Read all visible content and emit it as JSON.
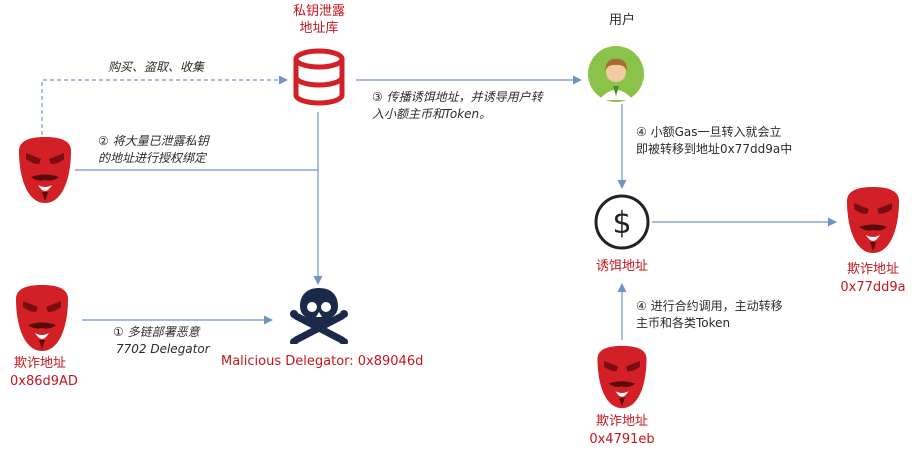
{
  "nodes": {
    "leak_db": {
      "label_line1": "私钥泄露",
      "label_line2": "地址库",
      "icon": "database-icon"
    },
    "user": {
      "label": "用户",
      "icon": "user-avatar-icon"
    },
    "attacker_top": {
      "icon": "anonymous-mask-icon"
    },
    "attacker_left": {
      "icon": "anonymous-mask-icon",
      "label": "欺诈地址",
      "address": "0x86d9AD"
    },
    "malicious_delegator": {
      "icon": "skull-crossbones-icon",
      "label": "Malicious Delegator: 0x89046d"
    },
    "bait": {
      "icon": "dollar-coin-icon",
      "label": "诱饵地址"
    },
    "attacker_right": {
      "icon": "anonymous-mask-icon",
      "label": "欺诈地址",
      "address": "0x77dd9a"
    },
    "attacker_bottom": {
      "icon": "anonymous-mask-icon",
      "label": "欺诈地址",
      "address": "0x4791eb"
    }
  },
  "edges": {
    "buy_steal_collect": {
      "text": "购买、盗取、收集"
    },
    "bind_auth": {
      "line1": "② 将大量已泄露私钥",
      "line2": "的地址进行授权绑定"
    },
    "spread_bait": {
      "line1": "③ 传播诱饵地址，并诱导用户转",
      "line2": "入小额主币和Token。"
    },
    "small_gas": {
      "line1": "④ 小额Gas一旦转入就会立",
      "line2": "即被转移到地址0x77dd9a中"
    },
    "deploy": {
      "line1": "① 多链部署恶意",
      "line2": "7702 Delegator"
    },
    "contract_call": {
      "line1": "④ 进行合约调用，主动转移",
      "line2": "主币和各类Token"
    }
  },
  "colors": {
    "accent_red": "#d31f26",
    "label_red": "#c4161c",
    "arrow_blue": "#6f93c6",
    "skull_navy": "#1c2a4a",
    "user_green": "#8bc34a"
  }
}
